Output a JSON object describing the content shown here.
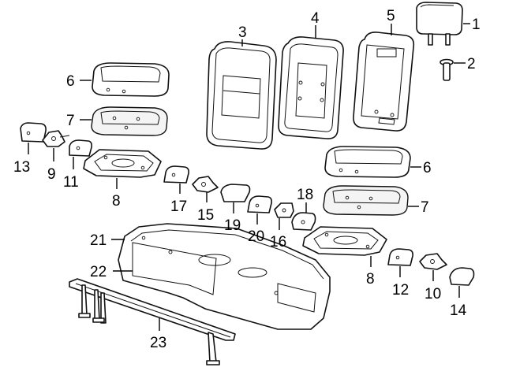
{
  "diagram": {
    "callouts": [
      {
        "id": "1",
        "label": "1"
      },
      {
        "id": "2",
        "label": "2"
      },
      {
        "id": "3",
        "label": "3"
      },
      {
        "id": "4",
        "label": "4"
      },
      {
        "id": "5",
        "label": "5"
      },
      {
        "id": "6a",
        "label": "6"
      },
      {
        "id": "6b",
        "label": "6"
      },
      {
        "id": "7a",
        "label": "7"
      },
      {
        "id": "7b",
        "label": "7"
      },
      {
        "id": "8a",
        "label": "8"
      },
      {
        "id": "8b",
        "label": "8"
      },
      {
        "id": "9",
        "label": "9"
      },
      {
        "id": "10",
        "label": "10"
      },
      {
        "id": "11",
        "label": "11"
      },
      {
        "id": "12",
        "label": "12"
      },
      {
        "id": "13",
        "label": "13"
      },
      {
        "id": "14",
        "label": "14"
      },
      {
        "id": "15",
        "label": "15"
      },
      {
        "id": "16",
        "label": "16"
      },
      {
        "id": "17",
        "label": "17"
      },
      {
        "id": "18",
        "label": "18"
      },
      {
        "id": "19",
        "label": "19"
      },
      {
        "id": "20",
        "label": "20"
      },
      {
        "id": "21",
        "label": "21"
      },
      {
        "id": "22",
        "label": "22"
      },
      {
        "id": "23",
        "label": "23"
      }
    ]
  }
}
